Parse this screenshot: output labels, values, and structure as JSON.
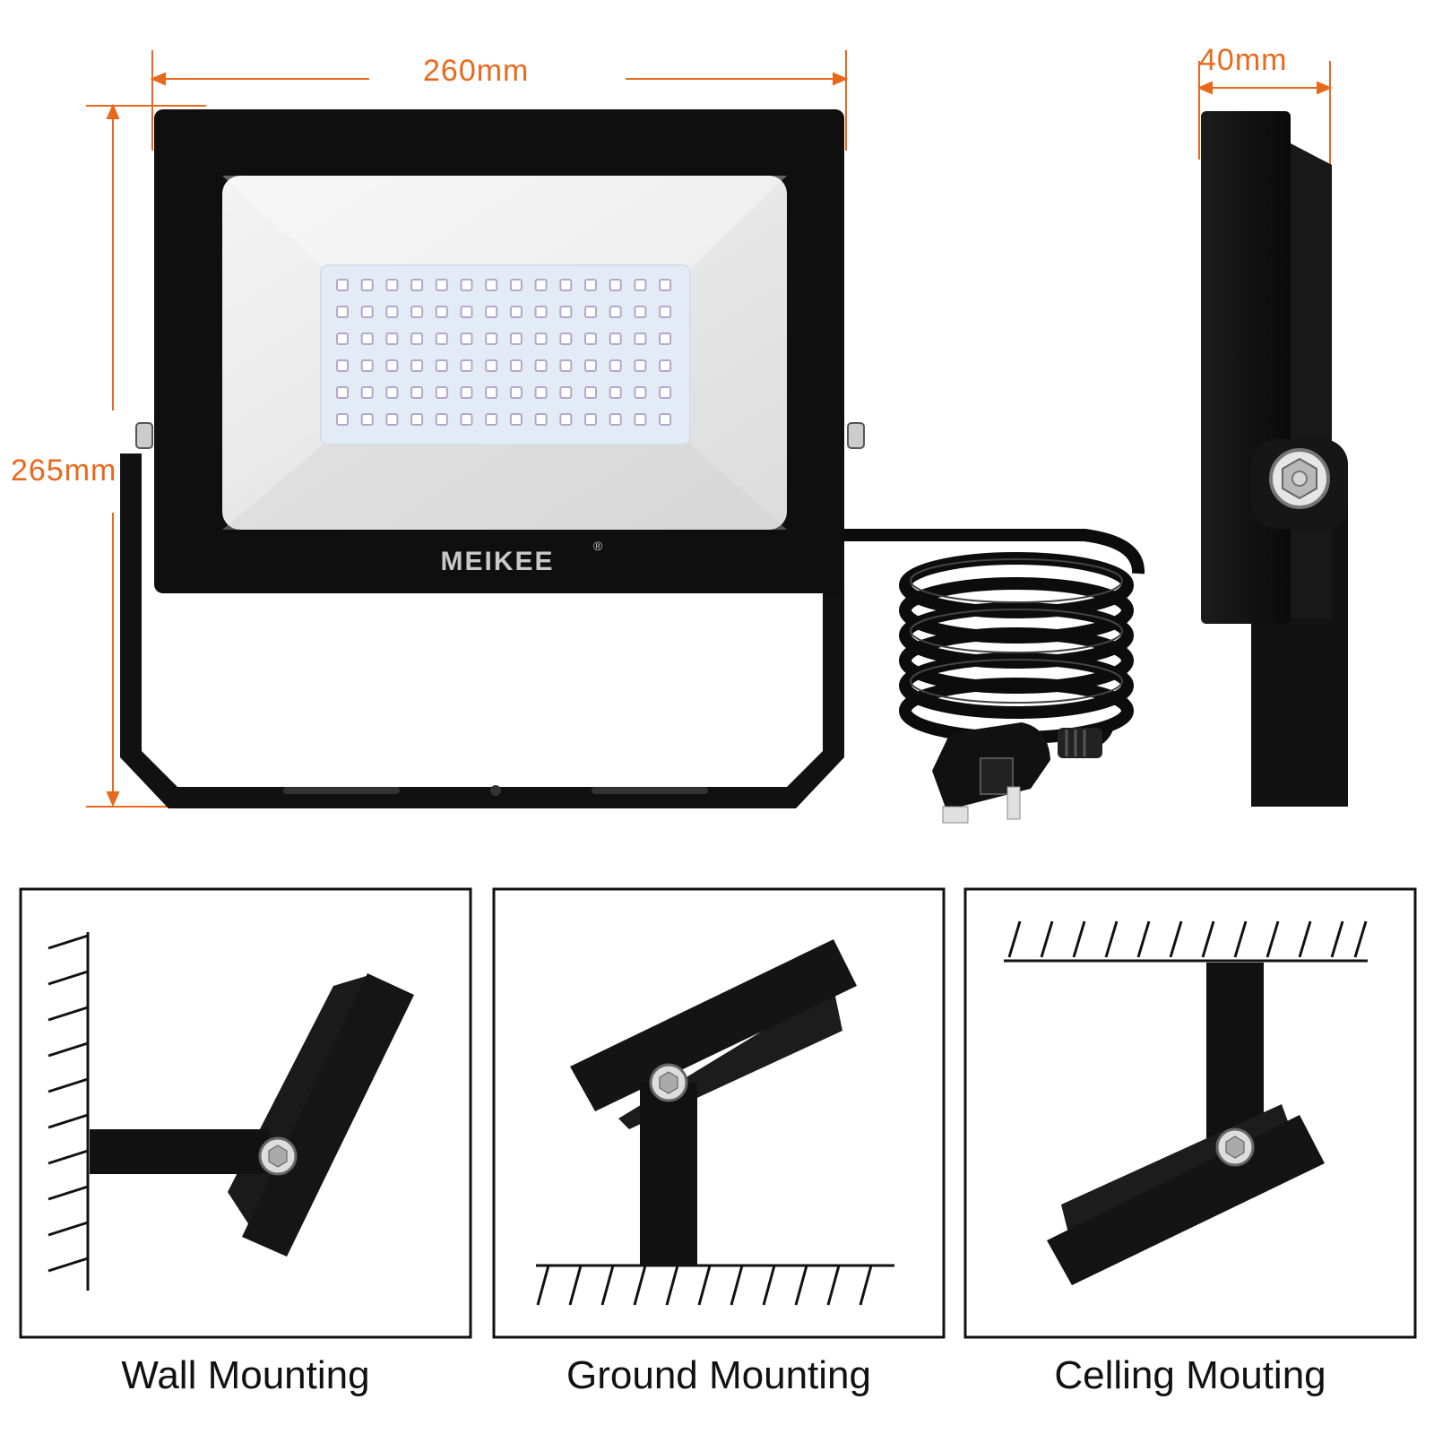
{
  "dimensions": {
    "width": "260mm",
    "height": "265mm",
    "depth": "40mm"
  },
  "brand": {
    "name": "MEIKEE",
    "mark": "®"
  },
  "mounting": {
    "wall": "Wall Mounting",
    "ground": "Ground Mounting",
    "ceiling": "Celling Mouting"
  },
  "colors": {
    "dimension": "#e8691c",
    "housing": "#111111",
    "diffuser": "#eeeeee",
    "led_panel": "#e3ecf6",
    "led_chip": "#b3a8c8"
  },
  "icons": [
    "flood-light-icon",
    "power-cord-icon",
    "uk-plug-icon",
    "mounting-bracket-icon",
    "hatch-surface-icon"
  ]
}
